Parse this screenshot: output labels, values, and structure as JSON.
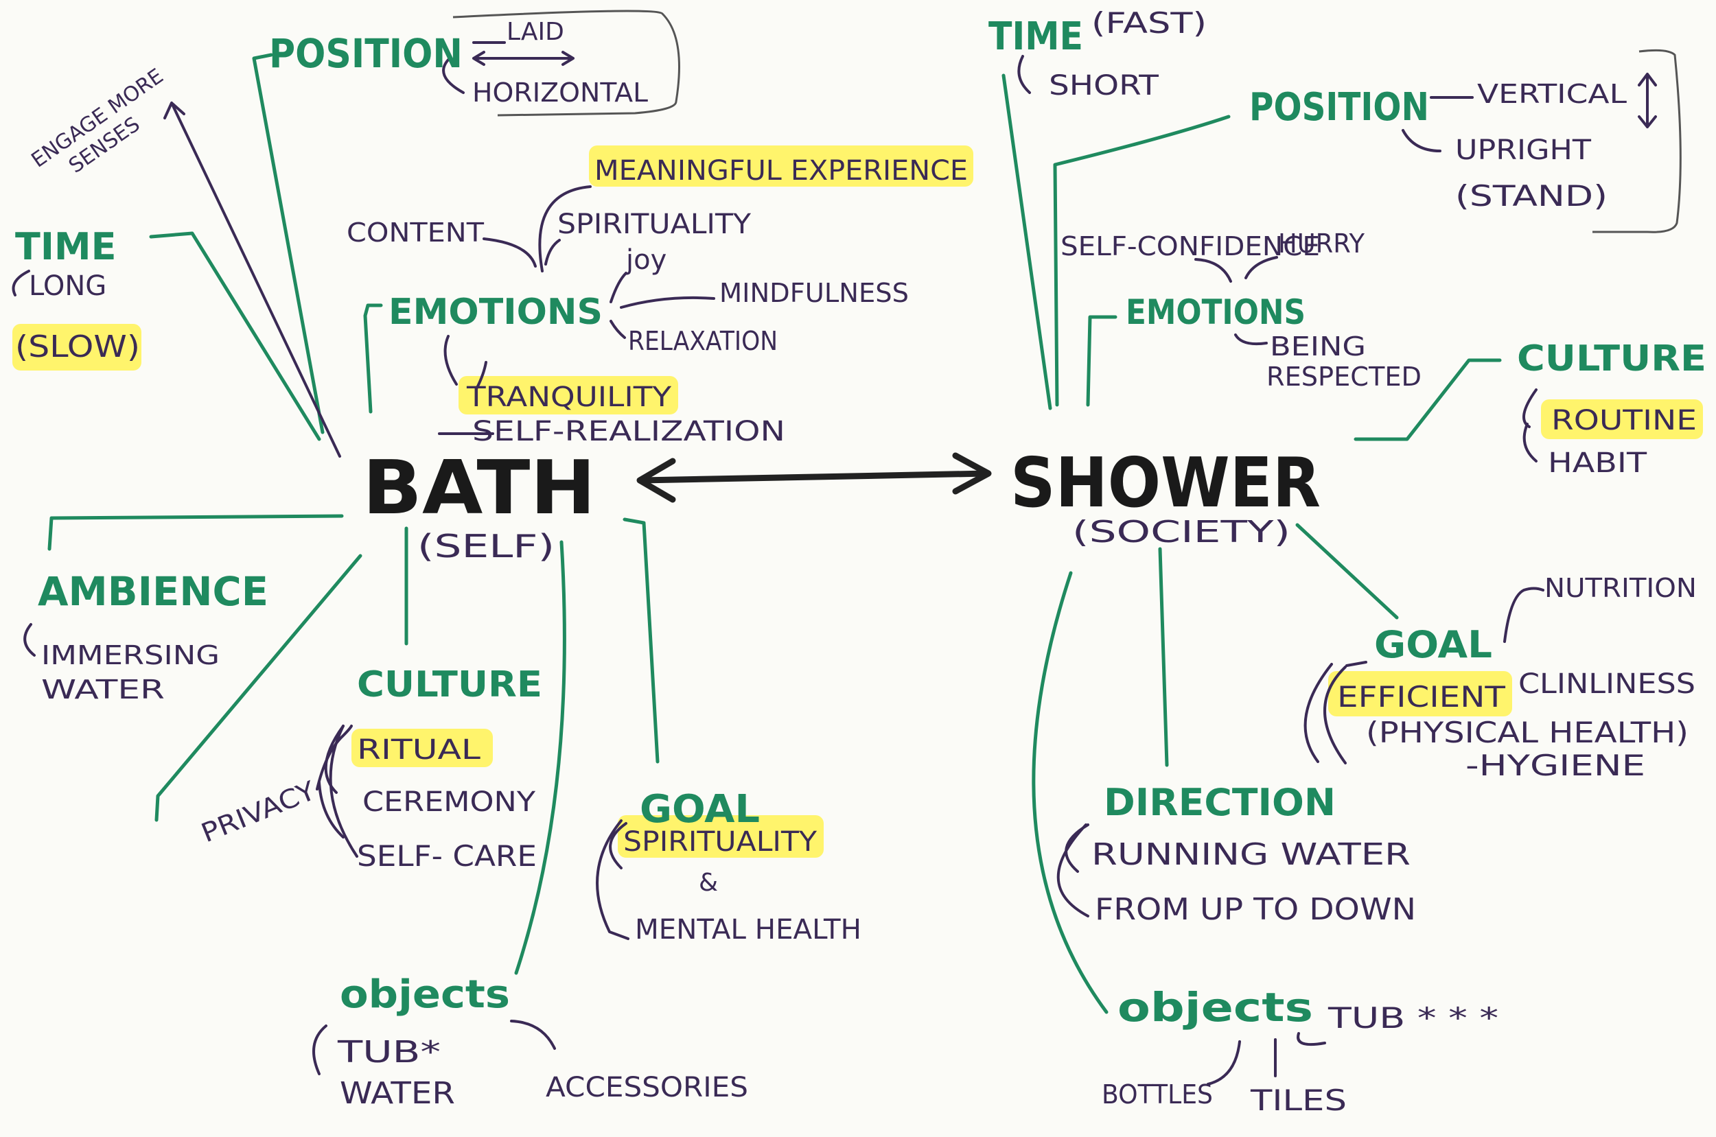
{
  "bath": {
    "title": "BATH",
    "subtitle": "(SELF)",
    "engage": {
      "line1": "ENGAGE MORE",
      "line2": "SENSES"
    },
    "position": {
      "label": "POSITION",
      "laid": "LAID",
      "horizontal": "HORIZONTAL"
    },
    "time": {
      "label": "TIME",
      "long": "LONG",
      "slow": "(SLOW)"
    },
    "emotions": {
      "label": "EMOTIONS",
      "meaningful": "MEANINGFUL EXPERIENCE",
      "content": "CONTENT",
      "spirituality": "SPIRITUALITY",
      "joy": "joy",
      "mindfulness": "MINDFULNESS",
      "relaxation": "RELAXATION",
      "tranquility": "TRANQUILITY",
      "self_realization": "SELF-REALIZATION"
    },
    "ambience": {
      "label": "AMBIENCE",
      "line1": "IMMERSING",
      "line2": "WATER"
    },
    "culture": {
      "label": "CULTURE",
      "privacy": "PRIVACY",
      "ritual": "RITUAL",
      "ceremony": "CEREMONY",
      "self_care": "SELF- CARE"
    },
    "goal": {
      "label": "GOAL",
      "spirituality": "SPIRITUALITY",
      "amp": "&",
      "mental": "MENTAL HEALTH"
    },
    "objects": {
      "label": "objects",
      "tub": "TUB*",
      "water": "WATER",
      "accessories": "ACCESSORIES"
    }
  },
  "shower": {
    "title": "SHOWER",
    "subtitle": "(SOCIETY)",
    "time": {
      "label": "TIME",
      "fast": "(FAST)",
      "short": "SHORT"
    },
    "position": {
      "label": "POSITION",
      "vertical": "VERTICAL",
      "upright": "UPRIGHT",
      "stand": "(STAND)"
    },
    "emotions": {
      "label": "EMOTIONS",
      "self_confidence": "SELF-CONFIDENCE",
      "hurry": "HURRY",
      "being": "BEING",
      "respected": "RESPECTED"
    },
    "culture": {
      "label": "CULTURE",
      "routine": "ROUTINE",
      "habit": "HABIT"
    },
    "goal": {
      "label": "GOAL",
      "nutrition": "NUTRITION",
      "efficient": "EFFICIENT",
      "clinliness": "CLINLINESS",
      "physical": "(PHYSICAL HEALTH)",
      "hygiene": "-HYGIENE"
    },
    "direction": {
      "label": "DIRECTION",
      "line1": "RUNNING WATER",
      "line2": "FROM UP TO DOWN"
    },
    "objects": {
      "label": "objects",
      "tub": "TUB * * *",
      "bottles": "BOTTLES",
      "tiles": "TILES"
    }
  },
  "colors": {
    "category": "#1f8a5f",
    "item": "#3a2a55",
    "highlight": "#fff35c",
    "center": "#1a1a1a"
  }
}
